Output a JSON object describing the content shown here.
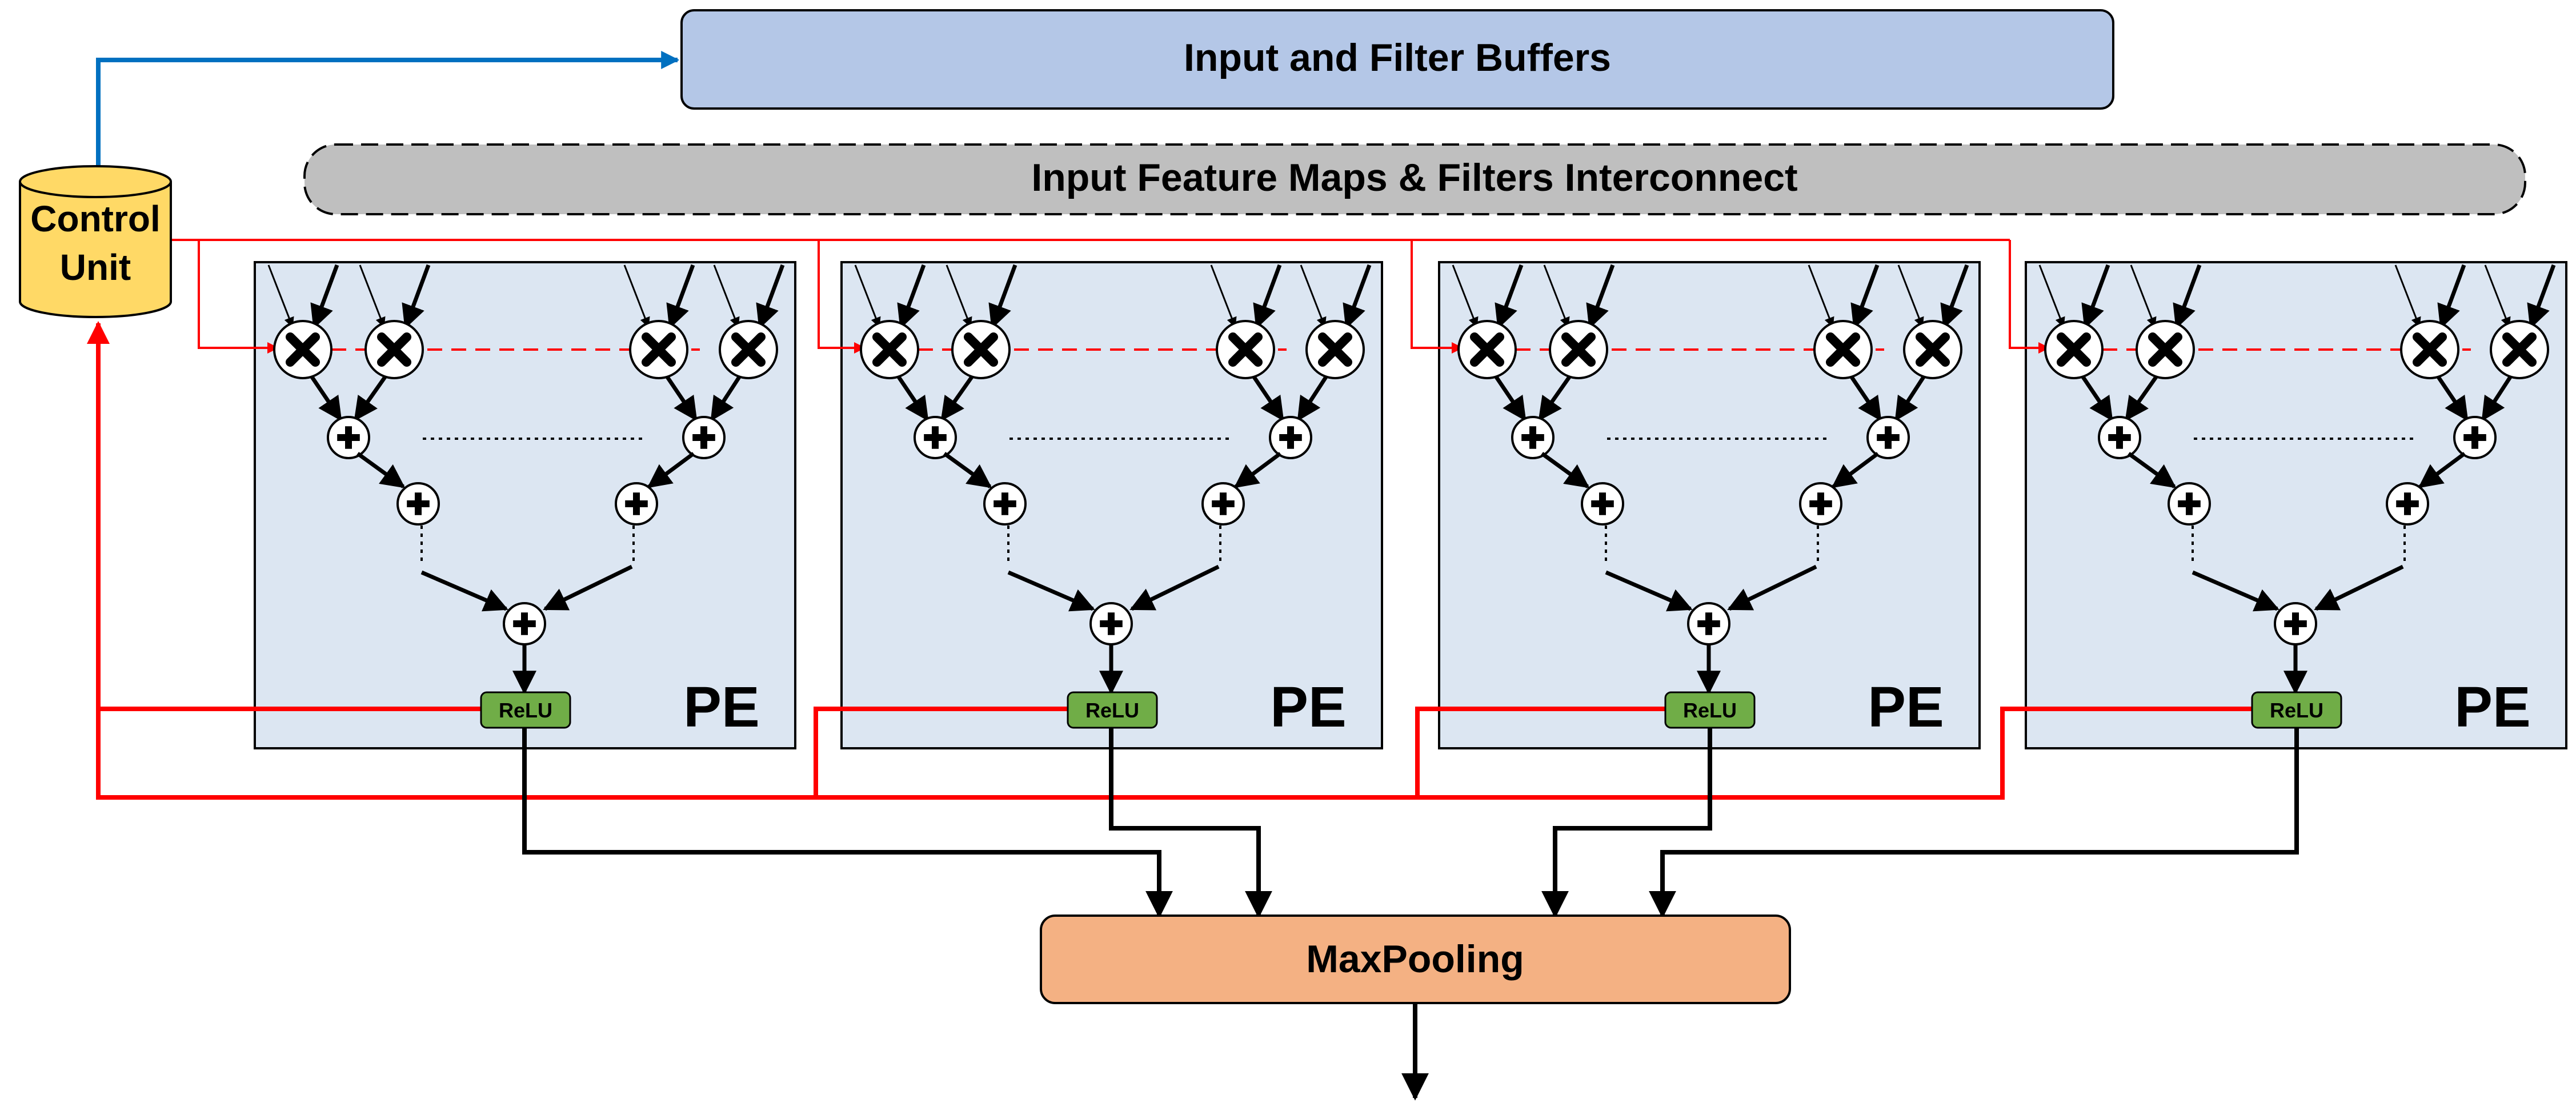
{
  "blocks": {
    "buffers": {
      "label": "Input and Filter Buffers",
      "fill": "#b4c7e7"
    },
    "interconnect": {
      "label": "Input Feature Maps & Filters Interconnect",
      "fill": "#bfbfbf"
    },
    "control": {
      "line1": "Control",
      "line2": "Unit",
      "fill": "#ffd966"
    },
    "maxpool": {
      "label": "MaxPooling",
      "fill": "#f4b183"
    }
  },
  "pe": {
    "count": 4,
    "label": "PE",
    "relu_label": "ReLU",
    "fill": "#dce6f2",
    "relu_fill": "#70ad47"
  },
  "colors": {
    "control_wire": "#ff0000",
    "feedback_wire": "#0070c0",
    "data_wire": "#000000"
  }
}
